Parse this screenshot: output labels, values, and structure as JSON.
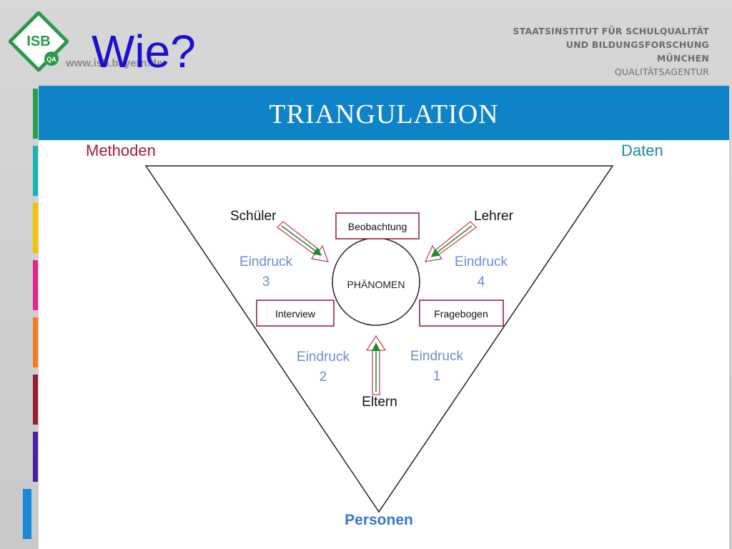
{
  "header": {
    "slide_title": "Wie?",
    "logo_text": "ISB",
    "logo_badge": "QA",
    "logo_url": "www.isb.bayern.de",
    "institute": {
      "line1": "STAATSINSTITUT FÜR SCHULQUALITÄT",
      "line2": "UND BILDUNGSFORSCHUNG",
      "line3": "MÜNCHEN",
      "line4": "QUALITÄTSAGENTUR"
    }
  },
  "diagram": {
    "title": "TRIANGULATION",
    "corners": {
      "top_left": "Methoden",
      "top_right": "Daten",
      "bottom": "Personen"
    },
    "center": "PHÄNOMEN",
    "methods": {
      "top": "Beobachtung",
      "left": "Interview",
      "right": "Fragebogen"
    },
    "persons": {
      "top_left": "Schüler",
      "top_right": "Lehrer",
      "bottom": "Eltern"
    },
    "impressions": {
      "word": "Eindruck",
      "n1": "1",
      "n2": "2",
      "n3": "3",
      "n4": "4"
    }
  },
  "colors": {
    "title_blue": "#1a10d0",
    "bar_blue": "#0f83c8",
    "methoden_red": "#a0203a",
    "daten_teal": "#1b8aa0",
    "personen_blue": "#3a78c4",
    "eindruck_blue": "#6f8cd6",
    "box_red": "#8a1a26",
    "arrow_green": "#1a8a2a",
    "arrow_outline": "#c8425a"
  }
}
